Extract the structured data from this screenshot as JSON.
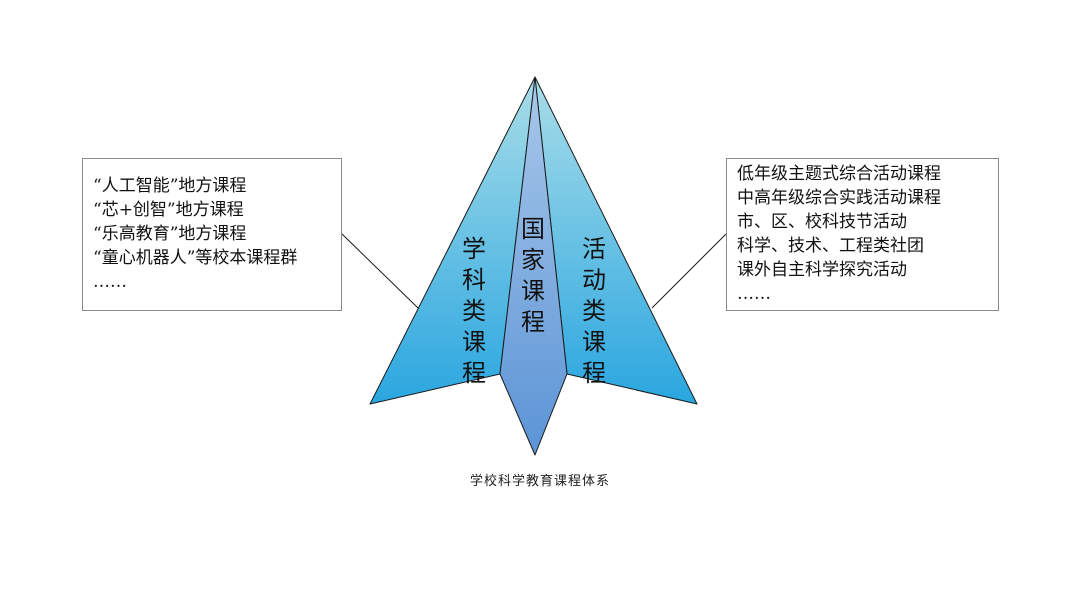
{
  "left_box": {
    "lines": [
      "“人工智能”地方课程",
      "“芯+创智”地方课程",
      "“乐高教育”地方课程",
      "“童心机器人”等校本课程群",
      "……"
    ]
  },
  "right_box": {
    "lines": [
      "低年级主题式综合活动课程",
      "中高年级综合实践活动课程",
      "市、区、校科技节活动",
      "科学、技术、工程类社团",
      "课外自主科学探究活动",
      "……"
    ]
  },
  "labels": {
    "left": "学科类课程",
    "center": "国家课程",
    "right": "活动类课程"
  },
  "caption": "学校科学教育课程体系",
  "colors": {
    "wing_top": "#a8dde8",
    "wing_bottom": "#2aa6e0",
    "center_top": "#a9c8ea",
    "center_bottom": "#5b94d6",
    "outline": "#1a1a1a",
    "box_border": "#8a8a8a"
  }
}
